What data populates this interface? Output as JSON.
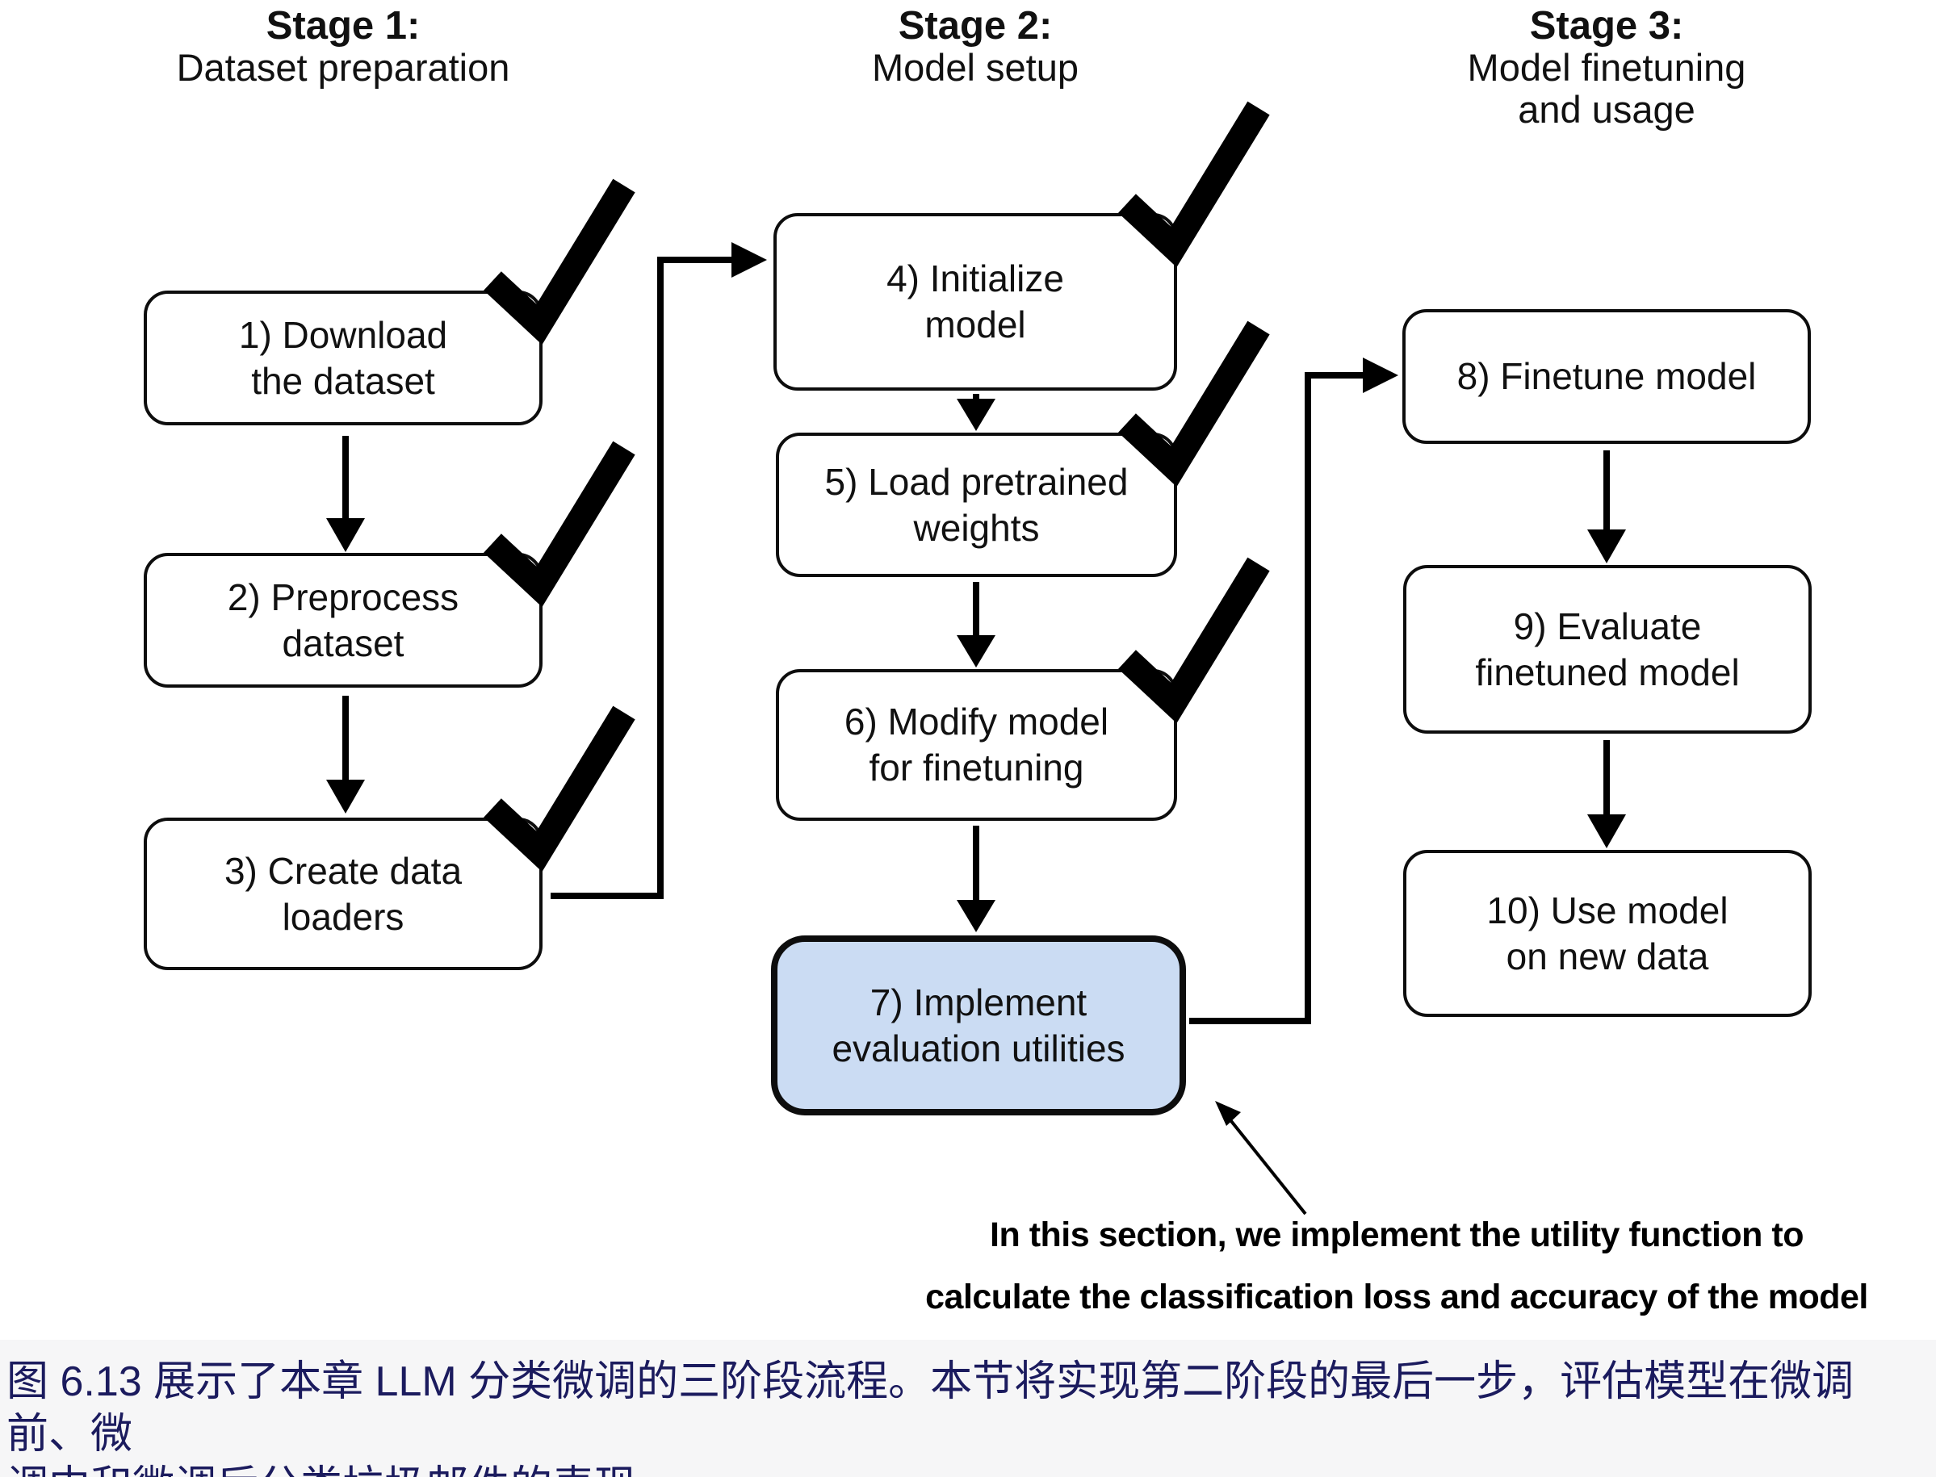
{
  "stages": [
    {
      "title": "Stage 1:",
      "sub1": "Dataset preparation",
      "sub2": ""
    },
    {
      "title": "Stage 2:",
      "sub1": "Model setup",
      "sub2": ""
    },
    {
      "title": "Stage 3:",
      "sub1": "Model finetuning",
      "sub2": "and usage"
    }
  ],
  "boxes": [
    {
      "line1": "1) Download",
      "line2": "the dataset",
      "checked": true
    },
    {
      "line1": "2) Preprocess",
      "line2": "dataset",
      "checked": true
    },
    {
      "line1": "3) Create data",
      "line2": "loaders",
      "checked": true
    },
    {
      "line1": "4) Initialize",
      "line2": "model",
      "checked": true
    },
    {
      "line1": "5) Load pretrained",
      "line2": "weights",
      "checked": true
    },
    {
      "line1": "6) Modify model",
      "line2": "for finetuning",
      "checked": true
    },
    {
      "line1": "7) Implement",
      "line2": "evaluation utilities",
      "checked": false,
      "highlighted": true
    },
    {
      "line1": "8) Finetune model",
      "line2": "",
      "checked": false
    },
    {
      "line1": "9) Evaluate",
      "line2": "finetuned model",
      "checked": false
    },
    {
      "line1": "10) Use model",
      "line2": "on new data",
      "checked": false
    }
  ],
  "annotation": {
    "line1": "In this section, we implement the utility function to",
    "line2": "calculate the classification loss and accuracy of the model"
  },
  "caption": {
    "line1": "图 6.13 展示了本章 LLM 分类微调的三阶段流程。本节将实现第二阶段的最后一步，评估模型在微调前、微",
    "line2": "调中和微调后分类垃圾邮件的表现。"
  },
  "colors": {
    "highlight_fill": "#cbdcf3",
    "box_border": "#0d0d0d",
    "caption_text": "#1b1b5e",
    "diagram_ink": "#000000"
  }
}
